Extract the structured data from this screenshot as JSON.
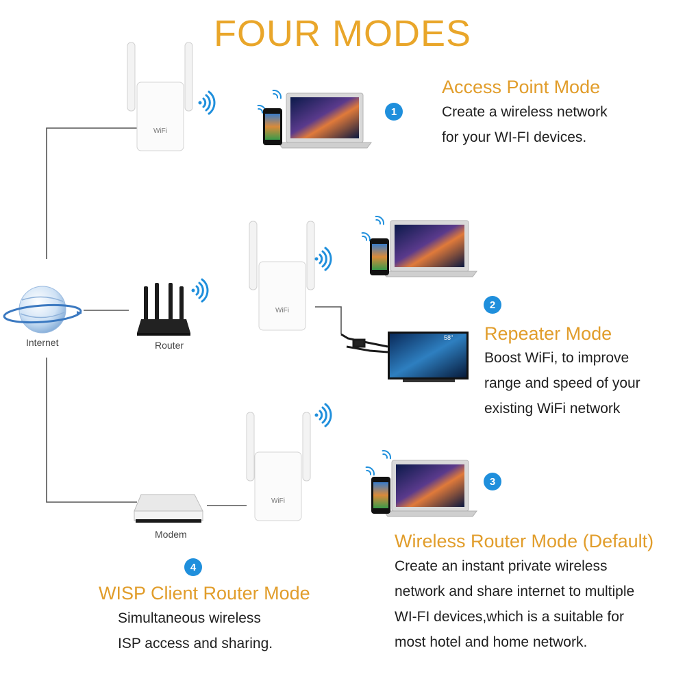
{
  "title": "FOUR MODES",
  "labels": {
    "internet": "Internet",
    "router": "Router",
    "modem": "Modem"
  },
  "device_text": "WiFi",
  "tv_badge": "58\"",
  "colors": {
    "accent": "#e9a62a",
    "badge": "#1f8fdc",
    "wifi": "#1f8fdc",
    "line": "#555555"
  },
  "modes": [
    {
      "number": "1",
      "title": "Access Point Mode",
      "lines": [
        "Create a wireless network",
        "for your WI-FI devices."
      ]
    },
    {
      "number": "2",
      "title": "Repeater Mode",
      "lines": [
        "Boost WiFi, to improve",
        "range and speed of your",
        "existing WiFi network"
      ]
    },
    {
      "number": "3",
      "title": "Wireless Router Mode (Default)",
      "lines": [
        "Create an instant private wireless",
        "network and share internet to multiple",
        "WI-FI devices,which is a suitable for",
        "most hotel and home network."
      ]
    },
    {
      "number": "4",
      "title": "WISP Client Router Mode",
      "lines": [
        "Simultaneous wireless",
        "ISP access and sharing."
      ]
    }
  ]
}
